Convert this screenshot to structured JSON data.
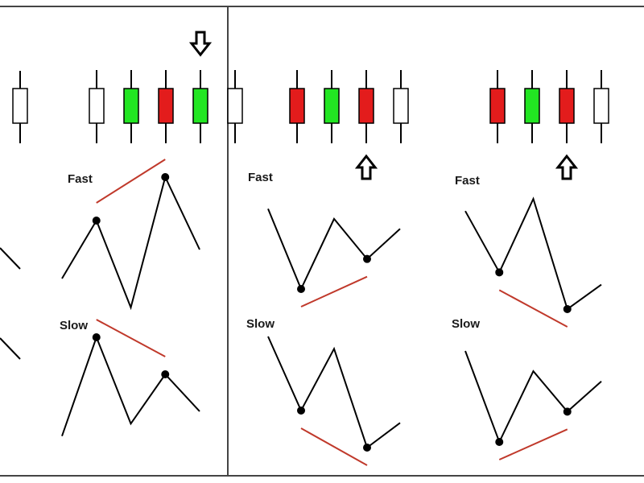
{
  "labels": {
    "fast": "Fast",
    "slow": "Slow"
  },
  "colors": {
    "bull": "#22e622",
    "bear": "#e31c1c",
    "neutral": "#ffffff",
    "divergence_line": "#c0392b",
    "line": "#000000",
    "frame": "#444444"
  },
  "panels": [
    {
      "candles": [
        "neutral",
        "bull",
        "bear",
        "bull",
        "neutral"
      ],
      "arrow": {
        "direction": "down",
        "candle_index": 3
      },
      "fast_line": {
        "points": [
          [
            0,
            3
          ],
          [
            1,
            7
          ],
          [
            2,
            1
          ],
          [
            3,
            10
          ],
          [
            4,
            5
          ]
        ],
        "divergence": "rising",
        "pivots": [
          1,
          3
        ]
      },
      "slow_line": {
        "points": [
          [
            0,
            2
          ],
          [
            1,
            10
          ],
          [
            2,
            3
          ],
          [
            3,
            7
          ],
          [
            4,
            4
          ]
        ],
        "divergence": "falling",
        "pivots": [
          1,
          3
        ]
      }
    },
    {
      "candles": [
        "bear",
        "bull",
        "bear",
        "neutral"
      ],
      "arrow": {
        "direction": "up",
        "candle_index": 2
      },
      "fast_line": {
        "points": [
          [
            0,
            9
          ],
          [
            1,
            1
          ],
          [
            2,
            8
          ],
          [
            3,
            4
          ],
          [
            4,
            7
          ]
        ],
        "divergence": "rising",
        "pivots": [
          1,
          3
        ]
      },
      "slow_line": {
        "points": [
          [
            0,
            10
          ],
          [
            1,
            4
          ],
          [
            2,
            9
          ],
          [
            3,
            1
          ],
          [
            4,
            3
          ]
        ],
        "divergence": "falling",
        "pivots": [
          1,
          3
        ]
      }
    },
    {
      "candles": [
        "bear",
        "bull",
        "bear",
        "neutral"
      ],
      "arrow": {
        "direction": "up",
        "candle_index": 2
      },
      "fast_line": {
        "points": [
          [
            0,
            9
          ],
          [
            1,
            4
          ],
          [
            2,
            10
          ],
          [
            3,
            1
          ],
          [
            4,
            3
          ]
        ],
        "divergence": "falling",
        "pivots": [
          1,
          3
        ]
      },
      "slow_line": {
        "points": [
          [
            0,
            10
          ],
          [
            1,
            1
          ],
          [
            2,
            8
          ],
          [
            3,
            4
          ],
          [
            4,
            7
          ]
        ],
        "divergence": "rising",
        "pivots": [
          1,
          3
        ]
      }
    }
  ]
}
